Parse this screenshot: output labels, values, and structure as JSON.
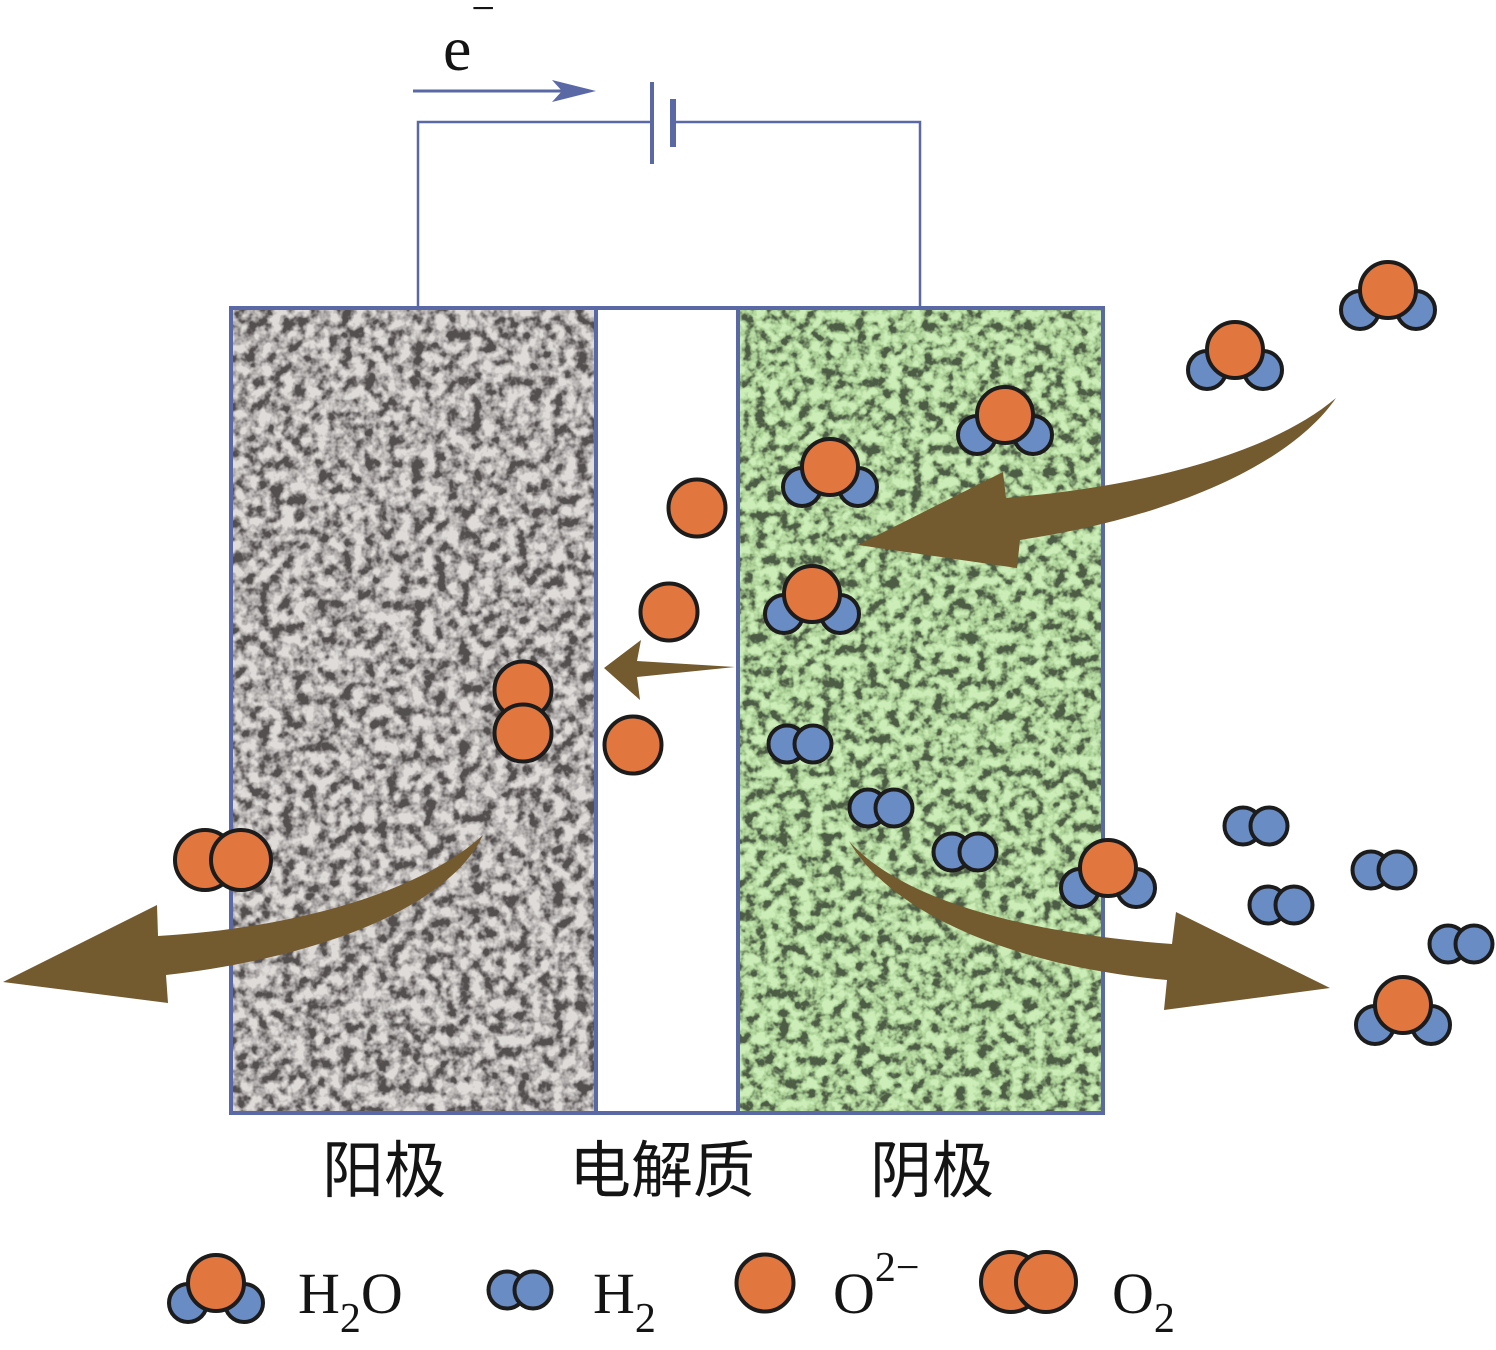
{
  "circuit": {
    "electron": {
      "base": "e",
      "sup": "−"
    }
  },
  "labels": {
    "anode": "阳极",
    "electrolyte": "电解质",
    "cathode": "阴极"
  },
  "legend": {
    "water": {
      "icon": "water-molecule-icon",
      "base": "H",
      "sub": "2",
      "tail": "O"
    },
    "hydrogen": {
      "icon": "hydrogen-molecule-icon",
      "base": "H",
      "sub": "2"
    },
    "oxide_ion": {
      "icon": "oxide-ion-icon",
      "base": "O",
      "sup": "2−"
    },
    "oxygen": {
      "icon": "oxygen-molecule-icon",
      "base": "O",
      "sub": "2"
    }
  },
  "colors": {
    "oxygen": "#e2763f",
    "hydrogen": "#6a8cc4",
    "outline": "#1c1c1c",
    "wire": "#5a68a6",
    "arrow": "#735a2f",
    "anode": "#aba7a6",
    "cathode": "#a8cd93",
    "electrolyte": "#ffffff"
  }
}
